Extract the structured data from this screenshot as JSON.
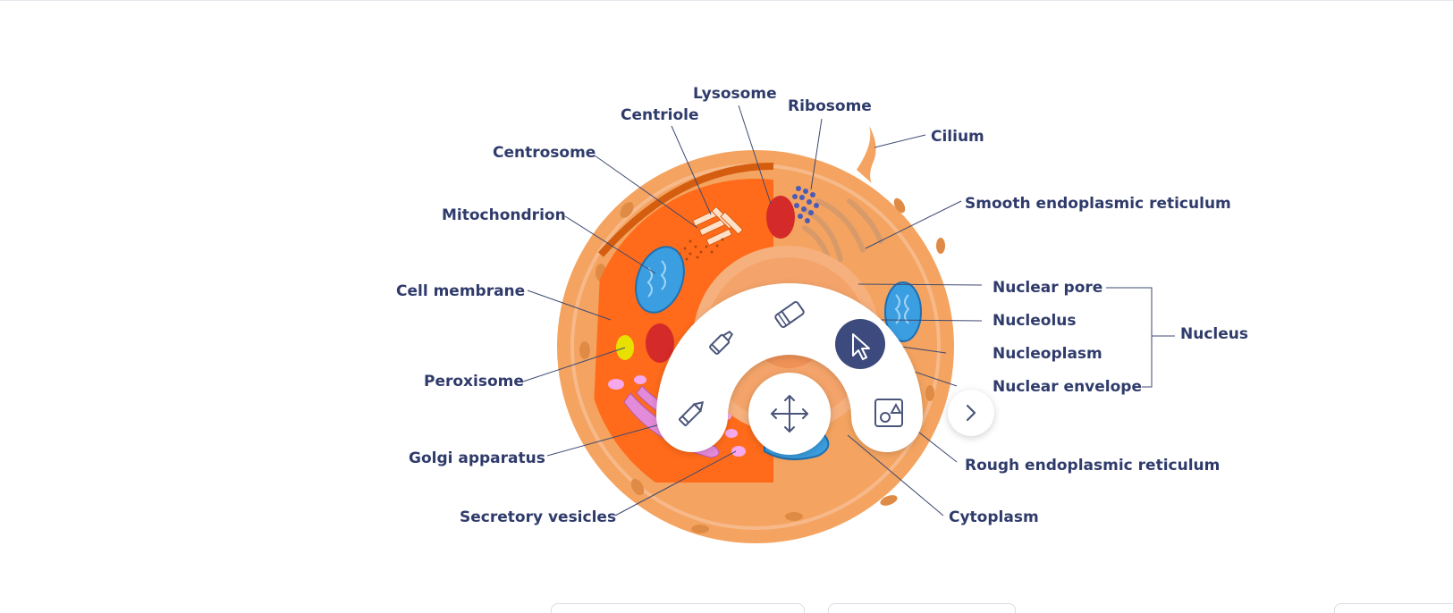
{
  "diagram": {
    "labels": {
      "lysosome": "Lysosome",
      "ribosome": "Ribosome",
      "centriole": "Centriole",
      "cilium": "Cilium",
      "centrosome": "Centrosome",
      "smooth_er": "Smooth endoplasmic reticulum",
      "mitochondrion": "Mitochondrion",
      "cell_membrane": "Cell membrane",
      "nuclear_pore": "Nuclear pore",
      "nucleolus": "Nucleolus",
      "nucleus": "Nucleus",
      "nucleoplasm": "Nucleoplasm",
      "peroxisome": "Peroxisome",
      "nuclear_envelope": "Nuclear envelope",
      "golgi": "Golgi apparatus",
      "rough_er": "Rough endoplasmic reticulum",
      "secretory_vesicles": "Secretory vesicles",
      "cytoplasm": "Cytoplasm"
    }
  },
  "tool_menu": {
    "tools": [
      {
        "icon": "pencil-icon",
        "name": "pencil"
      },
      {
        "icon": "highlighter-icon",
        "name": "highlighter"
      },
      {
        "icon": "eraser-icon",
        "name": "eraser"
      },
      {
        "icon": "pointer-icon",
        "name": "pointer",
        "selected": true
      },
      {
        "icon": "shapes-icon",
        "name": "shapes"
      },
      {
        "icon": "move-icon",
        "name": "move"
      },
      {
        "icon": "chevron-right-icon",
        "name": "next"
      }
    ],
    "accent": "#3d4a7d"
  },
  "colors": {
    "cell_outer": "#f4a460",
    "cell_inner": "#ff6b1a",
    "label_text": "#2f3b6b",
    "mitochondria": "#3b9ee0",
    "lysosome": "#d42a2a",
    "golgi": "#e38ad8",
    "peroxisome": "#e8e000"
  }
}
